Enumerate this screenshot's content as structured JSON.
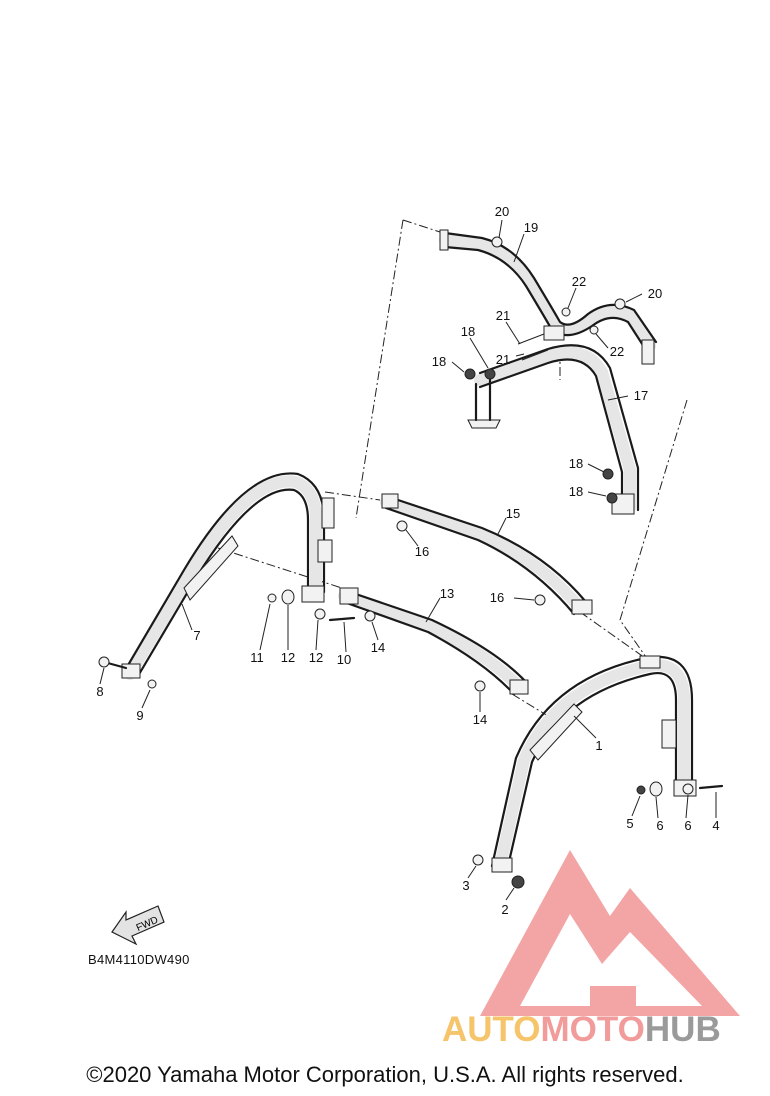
{
  "diagram": {
    "code": "B4M4110DW490",
    "fwd_label": "FWD",
    "callouts": [
      {
        "id": "c20a",
        "label": "20"
      },
      {
        "id": "c19",
        "label": "19"
      },
      {
        "id": "c22a",
        "label": "22"
      },
      {
        "id": "c20b",
        "label": "20"
      },
      {
        "id": "c21a",
        "label": "21"
      },
      {
        "id": "c18a",
        "label": "18"
      },
      {
        "id": "c18b",
        "label": "18"
      },
      {
        "id": "c21b",
        "label": "21"
      },
      {
        "id": "c22b",
        "label": "22"
      },
      {
        "id": "c17",
        "label": "17"
      },
      {
        "id": "c18c",
        "label": "18"
      },
      {
        "id": "c18d",
        "label": "18"
      },
      {
        "id": "c15",
        "label": "15"
      },
      {
        "id": "c16a",
        "label": "16"
      },
      {
        "id": "c13",
        "label": "13"
      },
      {
        "id": "c16b",
        "label": "16"
      },
      {
        "id": "c7",
        "label": "7"
      },
      {
        "id": "c11",
        "label": "11"
      },
      {
        "id": "c12a",
        "label": "12"
      },
      {
        "id": "c12b",
        "label": "12"
      },
      {
        "id": "c10",
        "label": "10"
      },
      {
        "id": "c14a",
        "label": "14"
      },
      {
        "id": "c8",
        "label": "8"
      },
      {
        "id": "c9",
        "label": "9"
      },
      {
        "id": "c14b",
        "label": "14"
      },
      {
        "id": "c1",
        "label": "1"
      },
      {
        "id": "c5",
        "label": "5"
      },
      {
        "id": "c6a",
        "label": "6"
      },
      {
        "id": "c6b",
        "label": "6"
      },
      {
        "id": "c4",
        "label": "4"
      },
      {
        "id": "c3",
        "label": "3"
      },
      {
        "id": "c2",
        "label": "2"
      }
    ]
  },
  "watermark": {
    "word1": "AUTO",
    "word2": "MOTO",
    "word3": "HUB",
    "colors": {
      "auto": "#f6c46a",
      "moto": "#f29b9b",
      "hub": "#9a9a9a",
      "triangle": "#f29b9b"
    }
  },
  "footer": {
    "copyright": "©2020 Yamaha Motor Corporation, U.S.A. All rights reserved."
  }
}
